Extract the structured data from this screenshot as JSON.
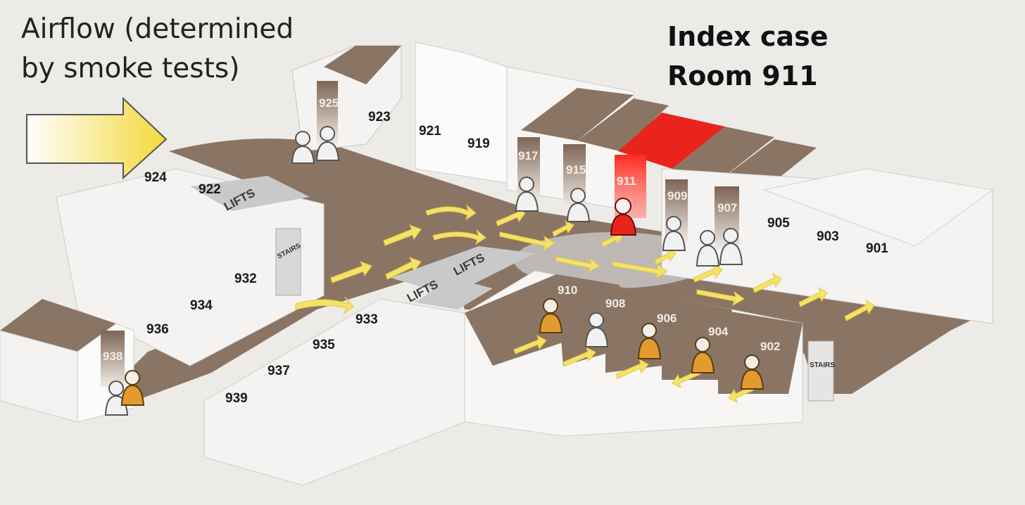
{
  "captions": {
    "airflow_line1": "Airflow (determined",
    "airflow_line2": "by smoke tests)",
    "index_line1": "Index case",
    "index_line2": "Room 911"
  },
  "rooms": {
    "r925": "925",
    "r923": "923",
    "r921": "921",
    "r919": "919",
    "r917": "917",
    "r915": "915",
    "r911": "911",
    "r909": "909",
    "r907": "907",
    "r905": "905",
    "r903": "903",
    "r901": "901",
    "r924": "924",
    "r922": "922",
    "r932": "932",
    "r934": "934",
    "r936": "936",
    "r938": "938",
    "r933": "933",
    "r935": "935",
    "r937": "937",
    "r939": "939",
    "r910": "910",
    "r908": "908",
    "r906": "906",
    "r904": "904",
    "r902": "902"
  },
  "signs": {
    "lifts_1": "LIFTS",
    "lifts_2": "LIFTS",
    "lifts_3": "LIFTS",
    "stairs_1": "STAIRS",
    "stairs_2": "STAIRS"
  },
  "colors": {
    "index_room": "#e8241d",
    "infected_person": "#e39a2f",
    "airflow_arrow": "#f4e26a",
    "corridor": "#8a7565"
  }
}
